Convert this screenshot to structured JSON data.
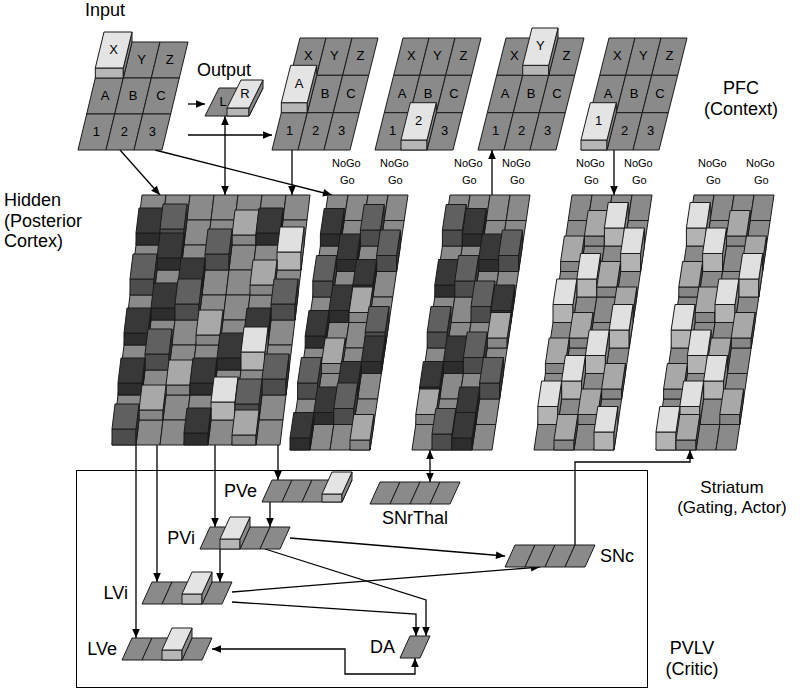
{
  "diagram": {
    "nodes": [
      {
        "text": [
          "Input",
          "X",
          "Y",
          "Z",
          "A",
          "B",
          "C",
          "1",
          "2",
          "3"
        ]
      },
      {
        "text": [
          "Output",
          "L",
          "R"
        ]
      },
      {
        "text": [
          "X",
          "Y",
          "Z",
          "A",
          "B",
          "C",
          "1",
          "2",
          "3"
        ]
      },
      {
        "text": [
          "X",
          "Y",
          "Z",
          "A",
          "B",
          "C",
          "1",
          "2",
          "3"
        ]
      },
      {
        "text": [
          "X",
          "Y",
          "Z",
          "A",
          "B",
          "C",
          "1",
          "2",
          "3"
        ]
      },
      {
        "text": [
          "X",
          "Y",
          "Z",
          "A",
          "B",
          "C",
          "1",
          "2",
          "3"
        ]
      },
      {
        "text": [
          "Hidden (Posterior Cortex)"
        ]
      },
      {
        "text": [
          "NoGo",
          "Go",
          "NoGo",
          "Go"
        ]
      },
      {
        "text": [
          "NoGo",
          "Go",
          "NoGo",
          "Go"
        ]
      },
      {
        "text": [
          "NoGo",
          "Go",
          "NoGo",
          "Go"
        ]
      },
      {
        "text": [
          "NoGo",
          "Go",
          "NoGo",
          "Go"
        ]
      },
      {
        "text": [
          "PVLV (Critic)"
        ]
      },
      {
        "text": [
          "PVe"
        ],
        "in": 11
      },
      {
        "text": [
          "PVi"
        ],
        "in": 11
      },
      {
        "text": [
          "LVi"
        ],
        "in": 11
      },
      {
        "text": [
          "LVe"
        ],
        "in": 11
      },
      {
        "text": [
          "SNrThal"
        ],
        "in": 11
      },
      {
        "text": [
          "SNc"
        ],
        "in": 11
      },
      {
        "text": [
          "DA"
        ],
        "in": 11
      }
    ],
    "edges": [
      {
        "from": 0,
        "to": 1,
        "arrow": "to"
      },
      {
        "from": 0,
        "to": 2,
        "arrow": "to"
      },
      {
        "from": 0,
        "to": 6,
        "arrow": "to"
      },
      {
        "from": 1,
        "to": 6,
        "arrow": "both"
      },
      {
        "from": 2,
        "to": 6,
        "arrow": "to"
      },
      {
        "from": 0,
        "to": 7,
        "arrow": "to"
      },
      {
        "from": 8,
        "to": 4,
        "arrow": "to"
      },
      {
        "from": 5,
        "to": 9,
        "arrow": "to"
      },
      {
        "from": 6,
        "to": 12,
        "arrow": "to"
      },
      {
        "from": 6,
        "to": 13,
        "arrow": "to"
      },
      {
        "from": 6,
        "to": 14,
        "arrow": "to"
      },
      {
        "from": 6,
        "to": 15,
        "arrow": "to"
      },
      {
        "from": 12,
        "to": 13,
        "arrow": "to"
      },
      {
        "from": 13,
        "to": 14,
        "arrow": "to"
      },
      {
        "from": 13,
        "to": 17,
        "arrow": "to"
      },
      {
        "from": 13,
        "to": 18,
        "arrow": "to"
      },
      {
        "from": 14,
        "to": 17,
        "arrow": "to"
      },
      {
        "from": 14,
        "to": 18,
        "arrow": "to"
      },
      {
        "from": 15,
        "to": 18,
        "arrow": "both"
      },
      {
        "from": 16,
        "to": 8,
        "arrow": "both"
      },
      {
        "from": 17,
        "to": 10,
        "arrow": "to"
      }
    ],
    "labels": [
      "PFC (Context)",
      "Striatum (Gating, Actor)"
    ]
  }
}
